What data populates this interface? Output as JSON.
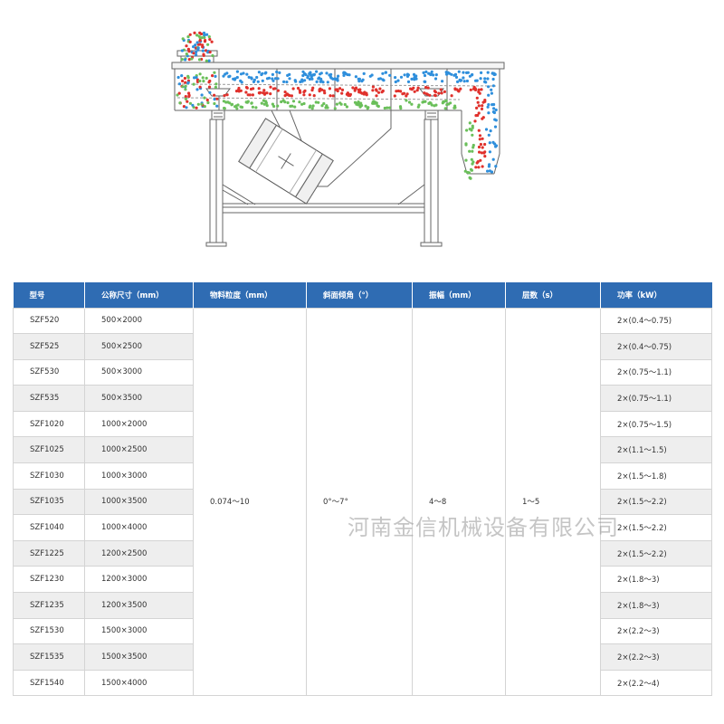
{
  "colors": {
    "header_bg": "#2f6cb3",
    "header_text": "#ffffff",
    "row_alt": "#eeeeee",
    "dot_blue": "#2f8fdc",
    "dot_red": "#e0312c",
    "dot_green": "#6abf5a",
    "line": "#666666"
  },
  "table": {
    "headers": [
      "型号",
      "公称尺寸（mm）",
      "物料粒度（mm）",
      "斜面倾角（°）",
      "振幅（mm）",
      "层数（s）",
      "功率（kW）"
    ],
    "merged": {
      "particle": "0.074～10",
      "angle": "0°～7°",
      "amplitude": "4～8",
      "layers": "1～5"
    },
    "rows": [
      {
        "model": "SZF520",
        "size": "500×2000",
        "power": "2×(0.4～0.75)"
      },
      {
        "model": "SZF525",
        "size": "500×2500",
        "power": "2×(0.4～0.75)"
      },
      {
        "model": "SZF530",
        "size": "500×3000",
        "power": "2×(0.75～1.1)"
      },
      {
        "model": "SZF535",
        "size": "500×3500",
        "power": "2×(0.75～1.1)"
      },
      {
        "model": "SZF1020",
        "size": "1000×2000",
        "power": "2×(0.75～1.5)"
      },
      {
        "model": "SZF1025",
        "size": "1000×2500",
        "power": "2×(1.1～1.5)"
      },
      {
        "model": "SZF1030",
        "size": "1000×3000",
        "power": "2×(1.5～1.8)"
      },
      {
        "model": "SZF1035",
        "size": "1000×3500",
        "power": "2×(1.5～2.2)"
      },
      {
        "model": "SZF1040",
        "size": "1000×4000",
        "power": "2×(1.5～2.2)"
      },
      {
        "model": "SZF1225",
        "size": "1200×2500",
        "power": "2×(1.5～2.2)"
      },
      {
        "model": "SZF1230",
        "size": "1200×3000",
        "power": "2×(1.8～3)"
      },
      {
        "model": "SZF1235",
        "size": "1200×3500",
        "power": "2×(1.8～3)"
      },
      {
        "model": "SZF1530",
        "size": "1500×3000",
        "power": "2×(2.2～3)"
      },
      {
        "model": "SZF1535",
        "size": "1500×3500",
        "power": "2×(2.2～3)"
      },
      {
        "model": "SZF1540",
        "size": "1500×4000",
        "power": "2×(2.2～4)"
      }
    ]
  },
  "watermark": "河南金信机械设备有限公司"
}
